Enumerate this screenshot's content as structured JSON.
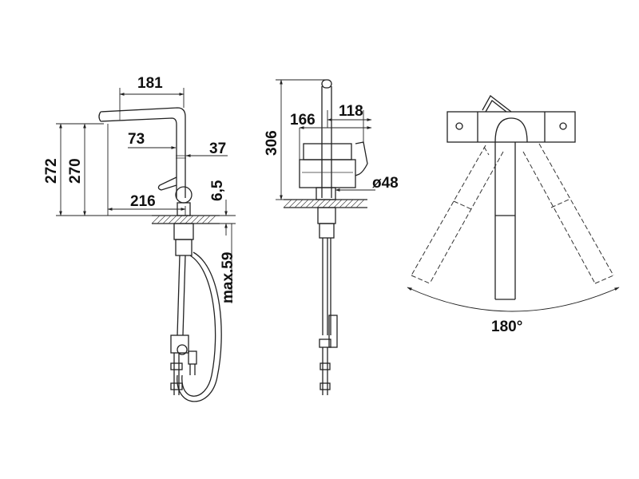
{
  "side_view": {
    "spout_reach": "181",
    "height_total": "272",
    "height_spout": "270",
    "lever_offset": "73",
    "lever_depth": "37",
    "base_offset": "216",
    "deck_thickness_small": "6,5",
    "max_deck": "max.59"
  },
  "front_view": {
    "height": "306",
    "width_a": "166",
    "width_b": "118",
    "base_diameter": "ø48"
  },
  "top_view": {
    "swivel_angle": "180°"
  }
}
